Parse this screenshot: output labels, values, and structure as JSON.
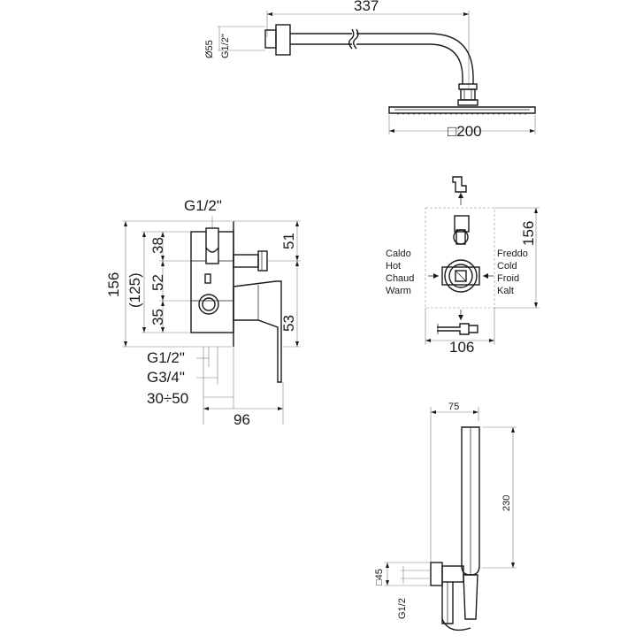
{
  "shower_arm": {
    "length_label": "337",
    "diameter_label": "Ø55",
    "thread_label": "G1/2\"",
    "head_label": "□200"
  },
  "mixer_side": {
    "top_thread_label": "G1/2\"",
    "total_height_label": "156",
    "inner_height_label": "(125)",
    "dim_38": "38",
    "dim_52": "52",
    "dim_35": "35",
    "dim_51": "51",
    "dim_53": "53",
    "thread_g12_label": "G1/2\"",
    "thread_g34_label": "G3/4\"",
    "depth_range_label": "30÷50",
    "width_label": "96"
  },
  "mixer_front": {
    "height_label": "156",
    "width_label": "106",
    "hot_labels": [
      "Caldo",
      "Hot",
      "Chaud",
      "Warm"
    ],
    "cold_labels": [
      "Freddo",
      "Cold",
      "Froid",
      "Kalt"
    ]
  },
  "hand_shower": {
    "width_label": "75",
    "height_label": "230",
    "square_label": "□45",
    "thread_label": "G1/2"
  }
}
